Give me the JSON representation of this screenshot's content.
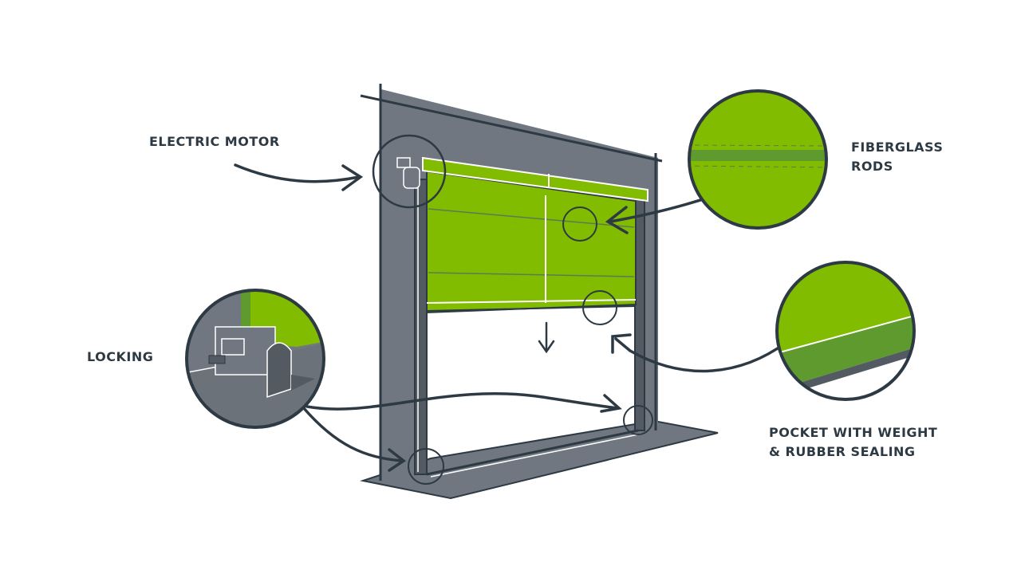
{
  "diagram": {
    "subject": "Roller door with green fabric curtain",
    "colors": {
      "frame": "#707780",
      "frame_dark": "#535a62",
      "outline": "#2d3a44",
      "fabric": "#82bc00",
      "fabric_dark": "#5e9a2e",
      "background": "#ffffff"
    },
    "labels": {
      "electric_motor": "ELECTRIC MOTOR",
      "fiberglass_rods_line1": "FIBERGLASS",
      "fiberglass_rods_line2": "RODS",
      "locking": "LOCKING",
      "pocket_line1": "POCKET WITH WEIGHT",
      "pocket_line2": "& RUBBER SEALING"
    },
    "icons": [
      "down-arrow-icon"
    ]
  }
}
